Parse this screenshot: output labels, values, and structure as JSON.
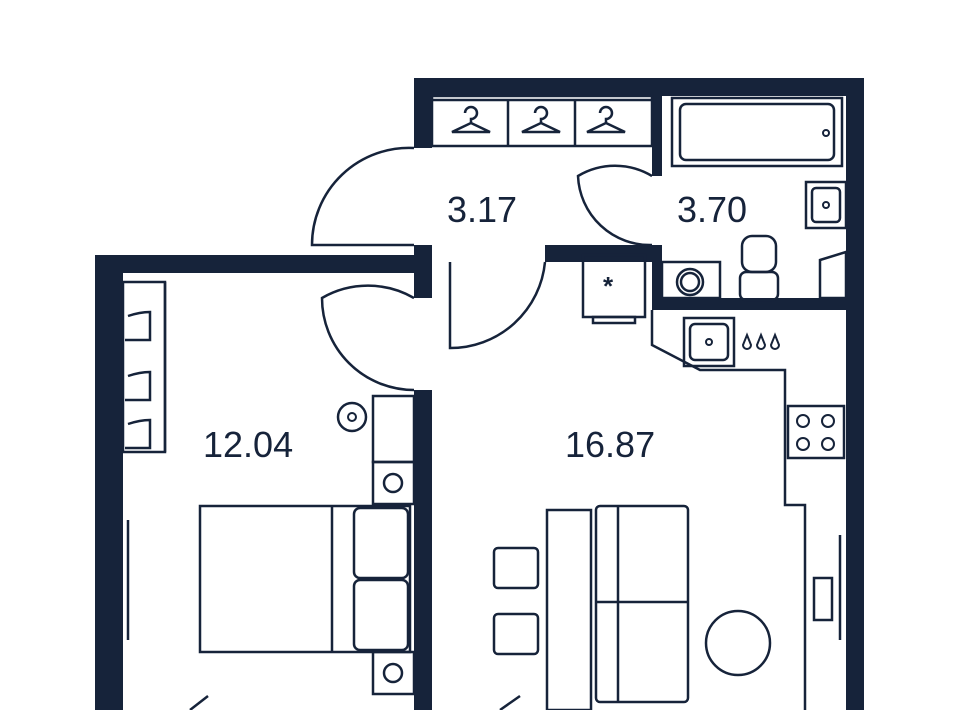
{
  "plan": {
    "color": "#16233a",
    "rooms": [
      {
        "id": "hallway",
        "area": "3.17"
      },
      {
        "id": "bathroom",
        "area": "3.70"
      },
      {
        "id": "bedroom",
        "area": "12.04"
      },
      {
        "id": "living-kitchen",
        "area": "16.87"
      }
    ],
    "fridge_symbol": "*"
  }
}
